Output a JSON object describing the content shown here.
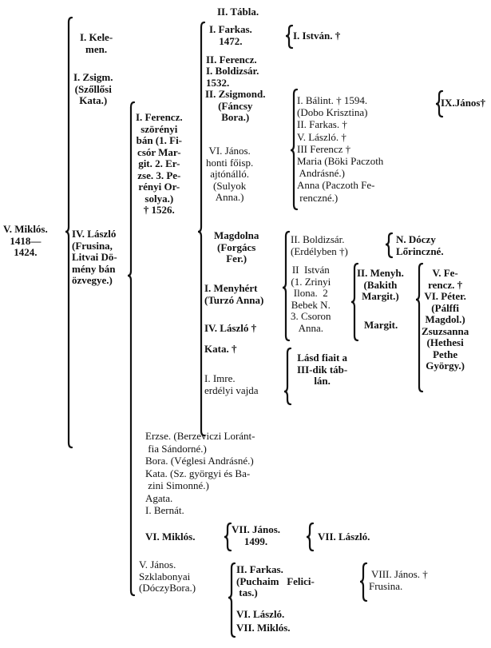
{
  "title": "II. Tábla.",
  "root": "V. Miklós.\n1418—\n1424.",
  "gen2": {
    "kelemen": "I. Kele-\nmen.",
    "zsigm": "I. Zsigm.\n(Szőllősi\nKata.)",
    "laszlo": "IV. László\n(Frusina,\nLitvai Dö-\nmény bán\nözvegye.)"
  },
  "gen3": {
    "ferencz": "I. Ferencz.\nszörényi\nbán (1. Fi-\ncsór Mar-\ngit. 2. Er-\nzse. 3. Pe-\nrényi Or-\nsolya.)\n† 1526.",
    "daughters": "Erzse. (Berzeviczi Loránt-\n fia Sándorné.)\nBora. (Véglesi Andrásné.)\nKata. (Sz. györgyi és Ba-\n zini Simonné.)\nAgata.\nI. Bernát.",
    "miklos_vi": "VI. Miklós.",
    "janos_v": "V. János.\nSzklabonyai\n(DóczyBora.)"
  },
  "gen4": {
    "farkas": "I. Farkas.\n1472.",
    "ferencz_ii": "II. Ferencz.",
    "boldizsar": "I. Boldizsár.\n1532.",
    "zsigmond": "II. Zsigmond.\n(Fáncsy\nBora.)",
    "janos_vi": "VI. János.\nhonti főisp.\najtónálló.\n(Sulyok\nAnna.)",
    "magdolna": "Magdolna\n(Forgács\nFer.)",
    "menyhert": "I. Menyhért\n(Turzó Anna)",
    "laszlo_iv": "IV. László †",
    "kata": "Kata. †",
    "imre": "I. Imre.\nerdélyi vajda",
    "janos_vii": "VII. János.\n1499.",
    "farkas_ii_b": "II. Farkas.\n(Puchaim   Felici-\n tas.)",
    "laszlo_vi_miklos_vii": "VI. László.\nVII. Miklós."
  },
  "gen5": {
    "istvan": "I. István. †",
    "zsigmond_children": "I. Bálint. † 1594.\n(Dobo Krisztina)\nII. Farkas. †\nV. László. †\nIII Ferencz †\nMaria (Böki Paczoth\n Andrásné.)\nAnna (Paczoth Fe-\n renczné.)",
    "boldizsar_ii": "II. Boldizsár.\n(Erdélyben †)",
    "istvan_ii": "II  István\n(1. Zrinyi\nIlona.  2\nBebek N.\n3. Csoron\nAnna.",
    "imre_note": "Lásd fiait a\nIII-dik táb-\nlán.",
    "laszlo_vii": "VII. László.",
    "janos_viii": " VIII. János. †\nFrusina."
  },
  "gen6": {
    "janos_ix": "IX.János†",
    "doczy": "N. Dóczy\nLőrinczné.",
    "menyh_ii": "II. Menyh.\n(Bakith\nMargit.)",
    "margit": "Margit."
  },
  "gen7": {
    "ferencz_peter": "V. Fe-\nrencz. †\nVI. Péter.\n(Pálffi\nMagdol.)\nZsuzsanna\n(Hethesi\nPethe\nGyörgy.)"
  }
}
